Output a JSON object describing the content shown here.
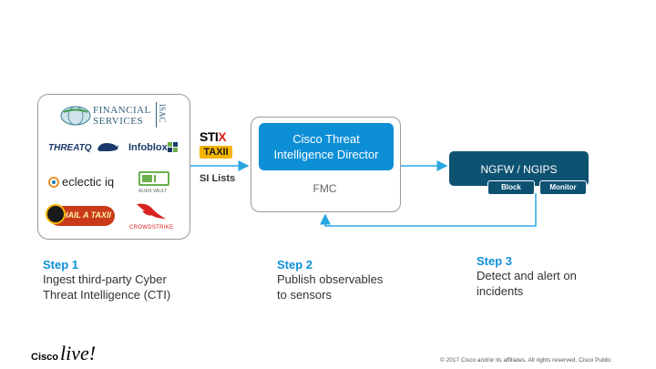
{
  "sources": {
    "logos": [
      {
        "name": "financial-services-isac",
        "line1": "FINANCIAL",
        "line2": "SERVICES",
        "side": "ISAC"
      },
      {
        "name": "threatq",
        "text": "THREATQ"
      },
      {
        "name": "infoblox",
        "text": "Infoblox"
      },
      {
        "name": "eclecticiq",
        "text": "eclectic iq"
      },
      {
        "name": "alienvault",
        "text": "ALIEN VAULT"
      },
      {
        "name": "hail-a-taxii",
        "text": "HAIL A TAXII"
      },
      {
        "name": "crowdstrike",
        "text": "CROWDSTRIKE"
      }
    ]
  },
  "formats": {
    "stix": "STIX",
    "taxii": "TAXII",
    "si_lists": "SI Lists"
  },
  "fmc": {
    "ctid_line1": "Cisco Threat",
    "ctid_line2": "Intelligence Director",
    "label": "FMC"
  },
  "ngfw": {
    "label": "NGFW / NGIPS",
    "block": "Block",
    "monitor": "Monitor"
  },
  "steps": [
    {
      "title": "Step 1",
      "line1": "Ingest third-party Cyber",
      "line2": "Threat Intelligence (CTI)"
    },
    {
      "title": "Step 2",
      "line1": "Publish observables",
      "line2": "to sensors"
    },
    {
      "title": "Step 3",
      "line1": "Detect and alert on",
      "line2": "incidents"
    }
  ],
  "footer": {
    "cisco": "Cisco",
    "live": "live!",
    "copyright": "© 2017  Cisco and/or its affiliates. All rights reserved.   Cisco Public"
  },
  "colors": {
    "accent": "#0d8fd6",
    "ngfw": "#0e5272",
    "arrow": "#2aa7e0"
  }
}
